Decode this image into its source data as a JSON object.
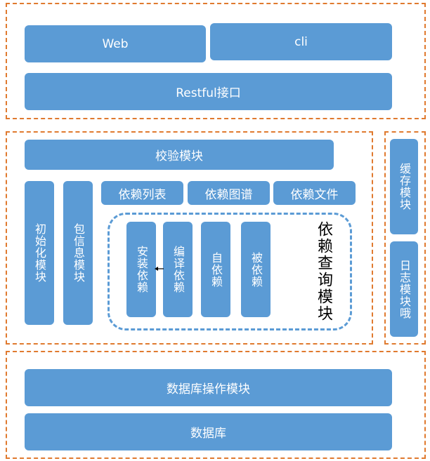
{
  "layers": {
    "top": {
      "web": "Web",
      "cli": "cli",
      "restful": "Restful接口"
    },
    "middle": {
      "verify": "校验模块",
      "init": "初始化模块",
      "package_info": "包信息模块",
      "dep_list": "依赖列表",
      "dep_graph": "依赖图谱",
      "dep_file": "依赖文件",
      "query_group_title": "依赖查询模块",
      "install_deps": "安装依赖",
      "compile_deps": "编译依赖",
      "self_deps": "自依赖",
      "reverse_deps": "被依赖"
    },
    "side": {
      "cache": "缓存模块",
      "log": "日志模块哦"
    },
    "bottom": {
      "db_ops": "数据库操作模块",
      "db": "数据库"
    }
  },
  "colors": {
    "box": "#5b9bd5",
    "frame": "#e07a2f",
    "group_dash": "#5b9bd5"
  }
}
